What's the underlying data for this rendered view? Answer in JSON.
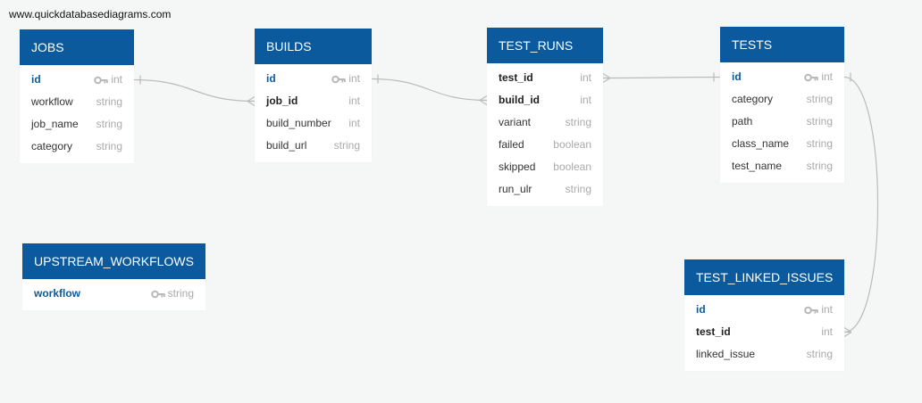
{
  "site_url": "www.quickdatabasediagrams.com",
  "colors": {
    "header_bg": "#0b5a9e",
    "header_text": "#ffffff",
    "pk_text": "#0b5a9e",
    "type_text": "#aaaaaa",
    "link_line": "#bbbbbb",
    "background": "#f5f6f6"
  },
  "entities": [
    {
      "id": "jobs",
      "name": "JOBS",
      "fields": [
        {
          "name": "id",
          "type": "int",
          "pk": true,
          "fk": false
        },
        {
          "name": "workflow",
          "type": "string",
          "pk": false,
          "fk": false
        },
        {
          "name": "job_name",
          "type": "string",
          "pk": false,
          "fk": false
        },
        {
          "name": "category",
          "type": "string",
          "pk": false,
          "fk": false
        }
      ]
    },
    {
      "id": "builds",
      "name": "BUILDS",
      "fields": [
        {
          "name": "id",
          "type": "int",
          "pk": true,
          "fk": false
        },
        {
          "name": "job_id",
          "type": "int",
          "pk": false,
          "fk": true
        },
        {
          "name": "build_number",
          "type": "int",
          "pk": false,
          "fk": false
        },
        {
          "name": "build_url",
          "type": "string",
          "pk": false,
          "fk": false
        }
      ]
    },
    {
      "id": "test-runs",
      "name": "TEST_RUNS",
      "fields": [
        {
          "name": "test_id",
          "type": "int",
          "pk": false,
          "fk": true
        },
        {
          "name": "build_id",
          "type": "int",
          "pk": false,
          "fk": true
        },
        {
          "name": "variant",
          "type": "string",
          "pk": false,
          "fk": false
        },
        {
          "name": "failed",
          "type": "boolean",
          "pk": false,
          "fk": false
        },
        {
          "name": "skipped",
          "type": "boolean",
          "pk": false,
          "fk": false
        },
        {
          "name": "run_ulr",
          "type": "string",
          "pk": false,
          "fk": false
        }
      ]
    },
    {
      "id": "tests",
      "name": "TESTS",
      "fields": [
        {
          "name": "id",
          "type": "int",
          "pk": true,
          "fk": false
        },
        {
          "name": "category",
          "type": "string",
          "pk": false,
          "fk": false
        },
        {
          "name": "path",
          "type": "string",
          "pk": false,
          "fk": false
        },
        {
          "name": "class_name",
          "type": "string",
          "pk": false,
          "fk": false
        },
        {
          "name": "test_name",
          "type": "string",
          "pk": false,
          "fk": false
        }
      ]
    },
    {
      "id": "upstream-workflows",
      "name": "UPSTREAM_WORKFLOWS",
      "fields": [
        {
          "name": "workflow",
          "type": "string",
          "pk": true,
          "fk": false
        }
      ]
    },
    {
      "id": "test-linked-issues",
      "name": "TEST_LINKED_ISSUES",
      "fields": [
        {
          "name": "id",
          "type": "int",
          "pk": true,
          "fk": false
        },
        {
          "name": "test_id",
          "type": "int",
          "pk": false,
          "fk": true
        },
        {
          "name": "linked_issue",
          "type": "string",
          "pk": false,
          "fk": false
        }
      ]
    }
  ],
  "relationships": [
    {
      "from": "jobs.id",
      "to": "builds.job_id",
      "cardinality": "one-to-many"
    },
    {
      "from": "builds.id",
      "to": "test-runs.build_id",
      "cardinality": "one-to-many"
    },
    {
      "from": "tests.id",
      "to": "test-runs.test_id",
      "cardinality": "one-to-many"
    },
    {
      "from": "tests.id",
      "to": "test-linked-issues.test_id",
      "cardinality": "one-to-many"
    }
  ]
}
